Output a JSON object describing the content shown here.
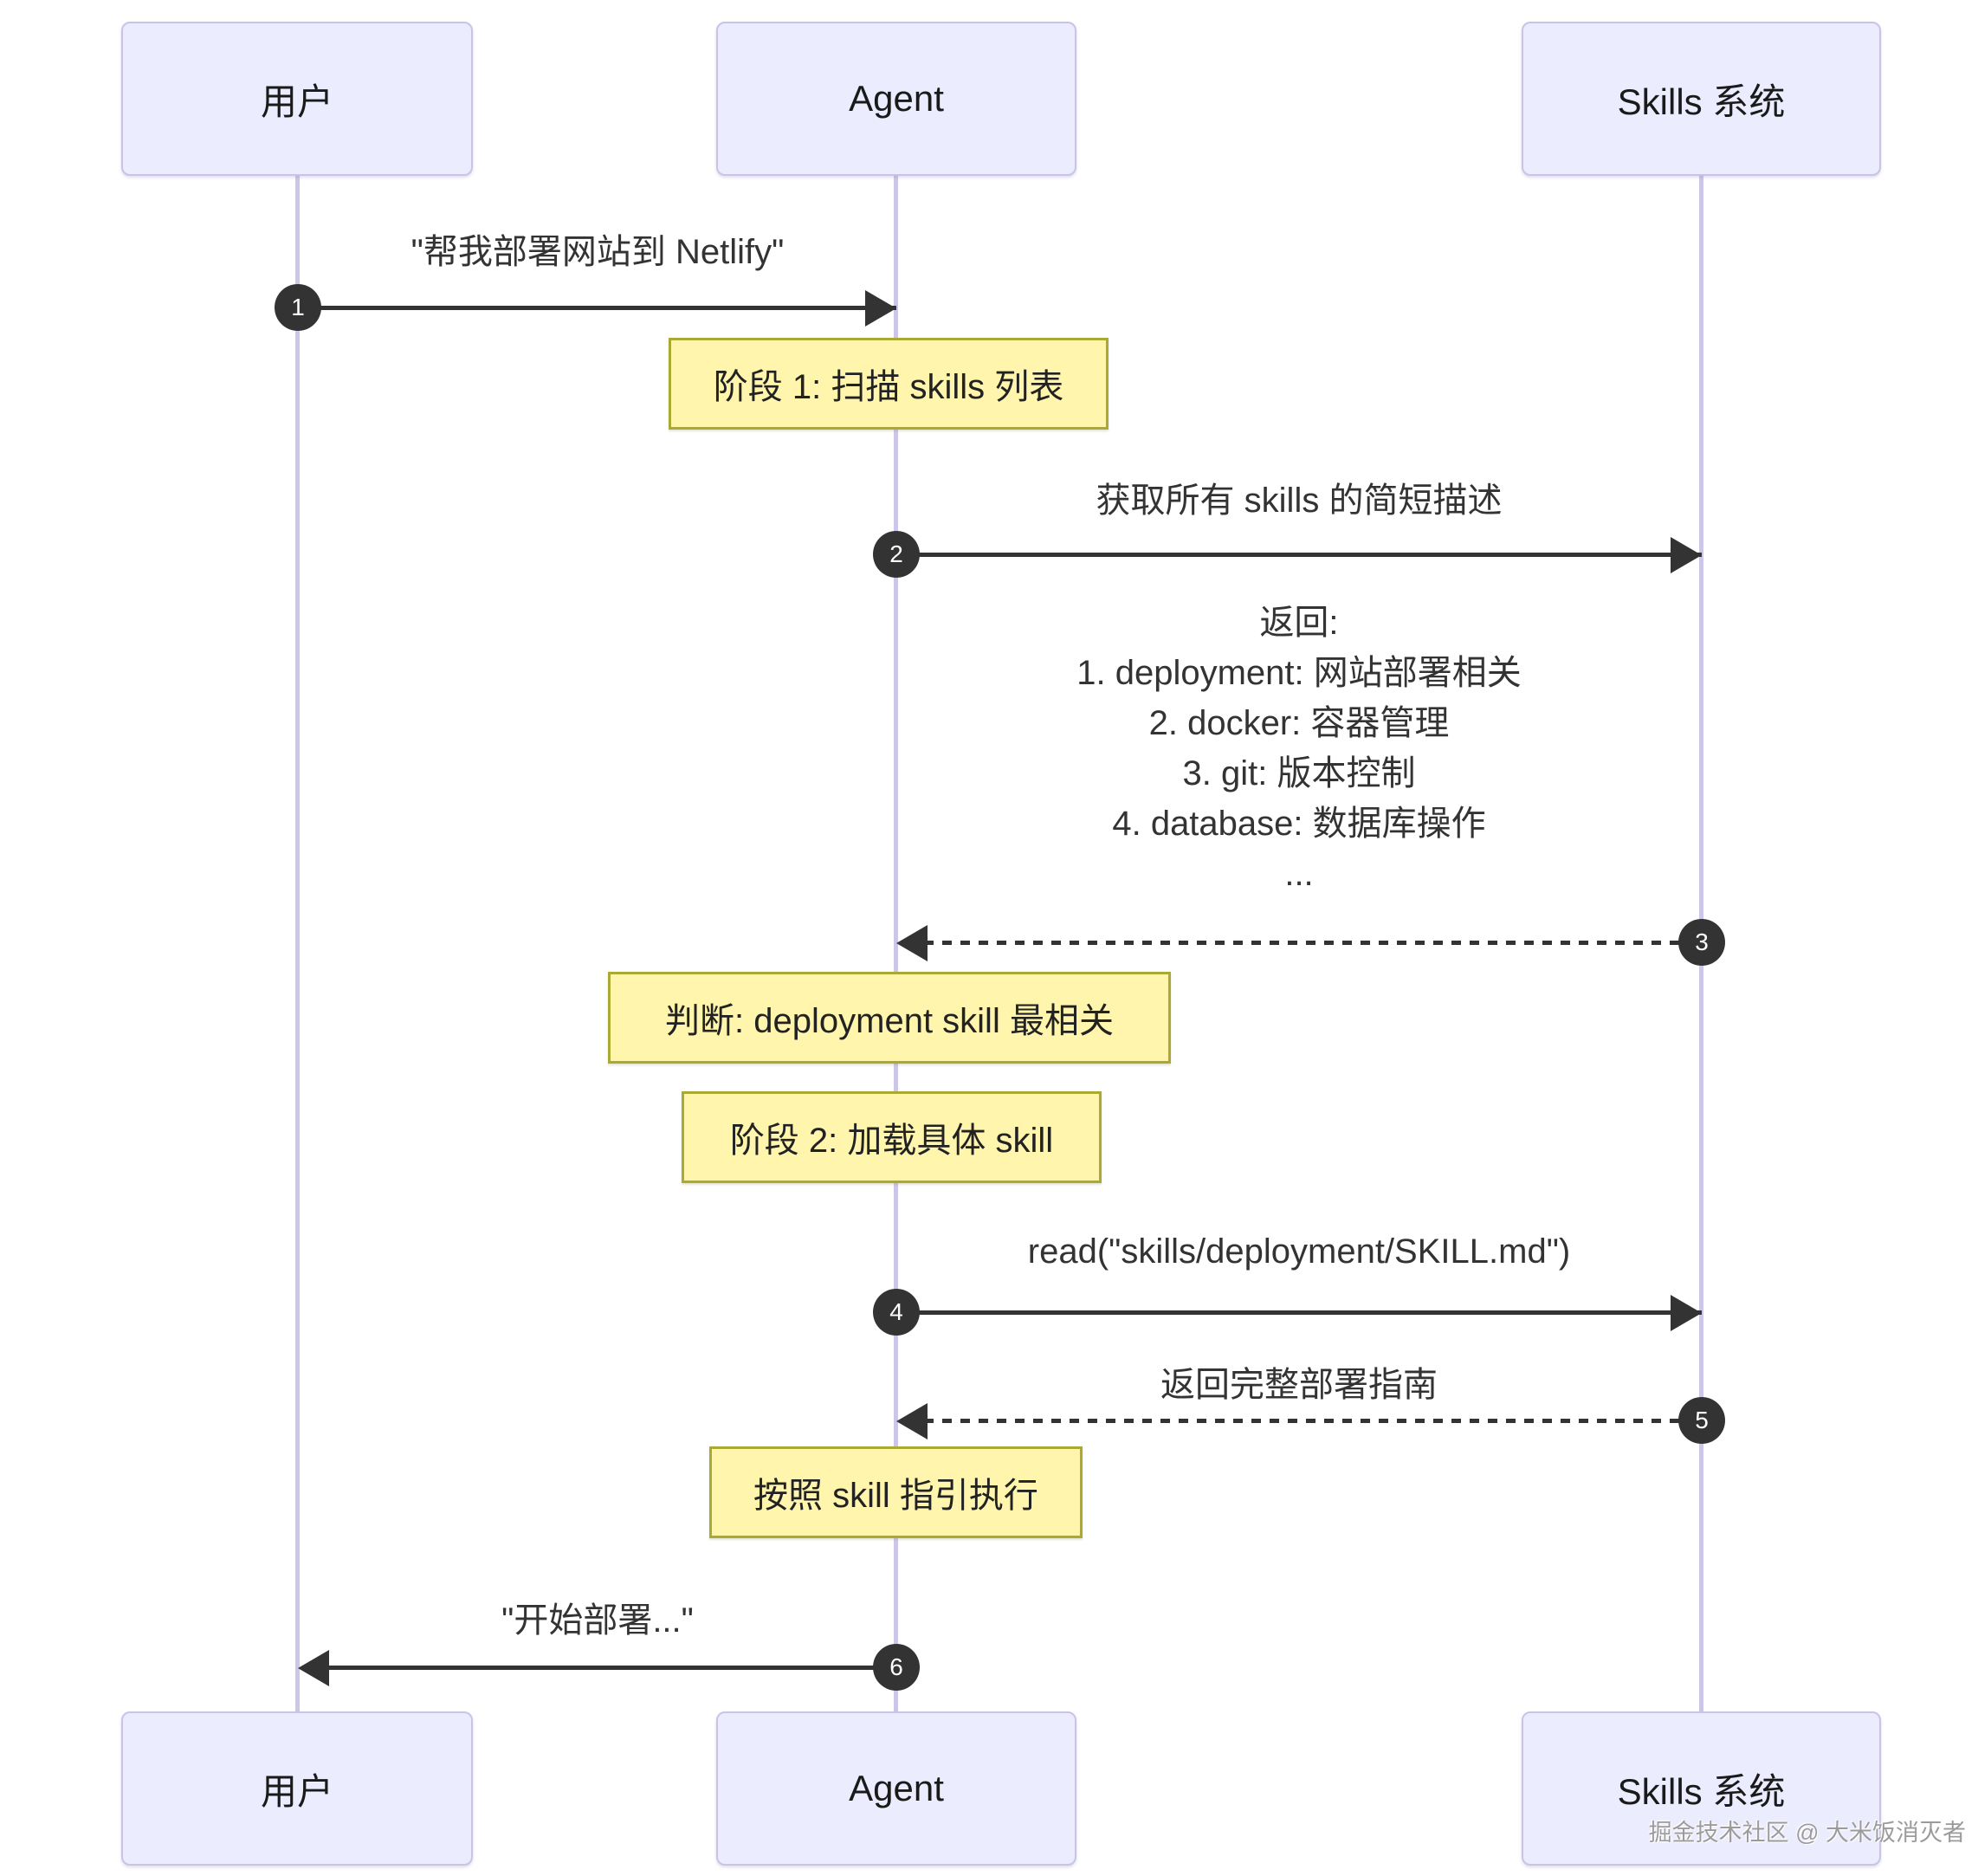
{
  "actors": [
    {
      "label": "用户"
    },
    {
      "label": "Agent"
    },
    {
      "label": "Skills 系统"
    }
  ],
  "messages": [
    {
      "num": "1",
      "from": "用户",
      "to": "Agent",
      "style": "solid",
      "text": "\"帮我部署网站到 Netlify\""
    },
    {
      "num": "2",
      "from": "Agent",
      "to": "Skills 系统",
      "style": "solid",
      "text": "获取所有 skills 的简短描述"
    },
    {
      "num": "3",
      "from": "Skills 系统",
      "to": "Agent",
      "style": "dashed",
      "lines": [
        "返回:",
        "1. deployment: 网站部署相关",
        "2. docker: 容器管理",
        "3. git: 版本控制",
        "4. database: 数据库操作",
        "..."
      ]
    },
    {
      "num": "4",
      "from": "Agent",
      "to": "Skills 系统",
      "style": "solid",
      "text": "read(\"skills/deployment/SKILL.md\")"
    },
    {
      "num": "5",
      "from": "Skills 系统",
      "to": "Agent",
      "style": "dashed",
      "text": "返回完整部署指南"
    },
    {
      "num": "6",
      "from": "Agent",
      "to": "用户",
      "style": "solid",
      "text": "\"开始部署...\""
    }
  ],
  "notes": [
    {
      "text": "阶段 1: 扫描 skills 列表"
    },
    {
      "text": "判断: deployment skill 最相关"
    },
    {
      "text": "阶段 2: 加载具体 skill"
    },
    {
      "text": "按照 skill 指引执行"
    }
  ],
  "watermark": "掘金技术社区 @ 大米饭消灭者",
  "colors": {
    "actor_fill": "#ECECFF",
    "actor_border": "#C9C3E8",
    "lifeline": "#CDC6E8",
    "note_fill": "#FFF5AD",
    "note_border": "#AAAA33",
    "line": "#333333",
    "badge_fill": "#333333",
    "badge_text": "#FFFFFF",
    "text": "#333333",
    "watermark_text": "#9B9B9B"
  }
}
